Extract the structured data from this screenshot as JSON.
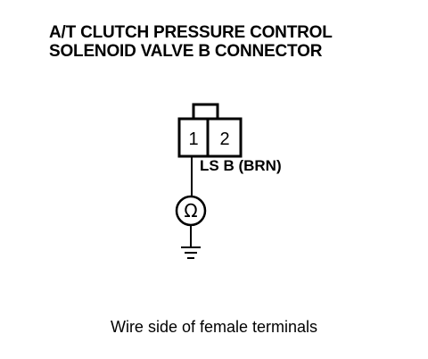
{
  "title": {
    "line1": "A/T CLUTCH PRESSURE CONTROL",
    "line2": "SOLENOID VALVE B CONNECTOR"
  },
  "connector": {
    "terminals": [
      "1",
      "2"
    ]
  },
  "wire": {
    "label": "LS B (BRN)"
  },
  "meter": {
    "symbol": "Ω"
  },
  "caption": "Wire side of female terminals"
}
